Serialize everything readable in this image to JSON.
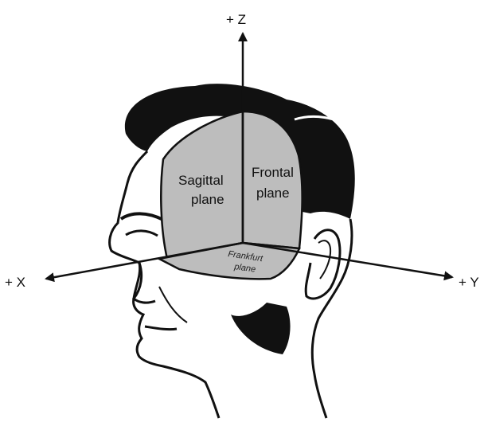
{
  "axes": {
    "z_label": "+ Z",
    "x_label": "+ X",
    "y_label": "+ Y"
  },
  "planes": {
    "sagittal_line1": "Sagittal",
    "sagittal_line2": "plane",
    "frontal_line1": "Frontal",
    "frontal_line2": "plane",
    "frankfurt_line1": "Frankfurt",
    "frankfurt_line2": "plane"
  },
  "colors": {
    "plane_fill": "#bdbdbd",
    "ink": "#111111",
    "background": "#ffffff"
  }
}
